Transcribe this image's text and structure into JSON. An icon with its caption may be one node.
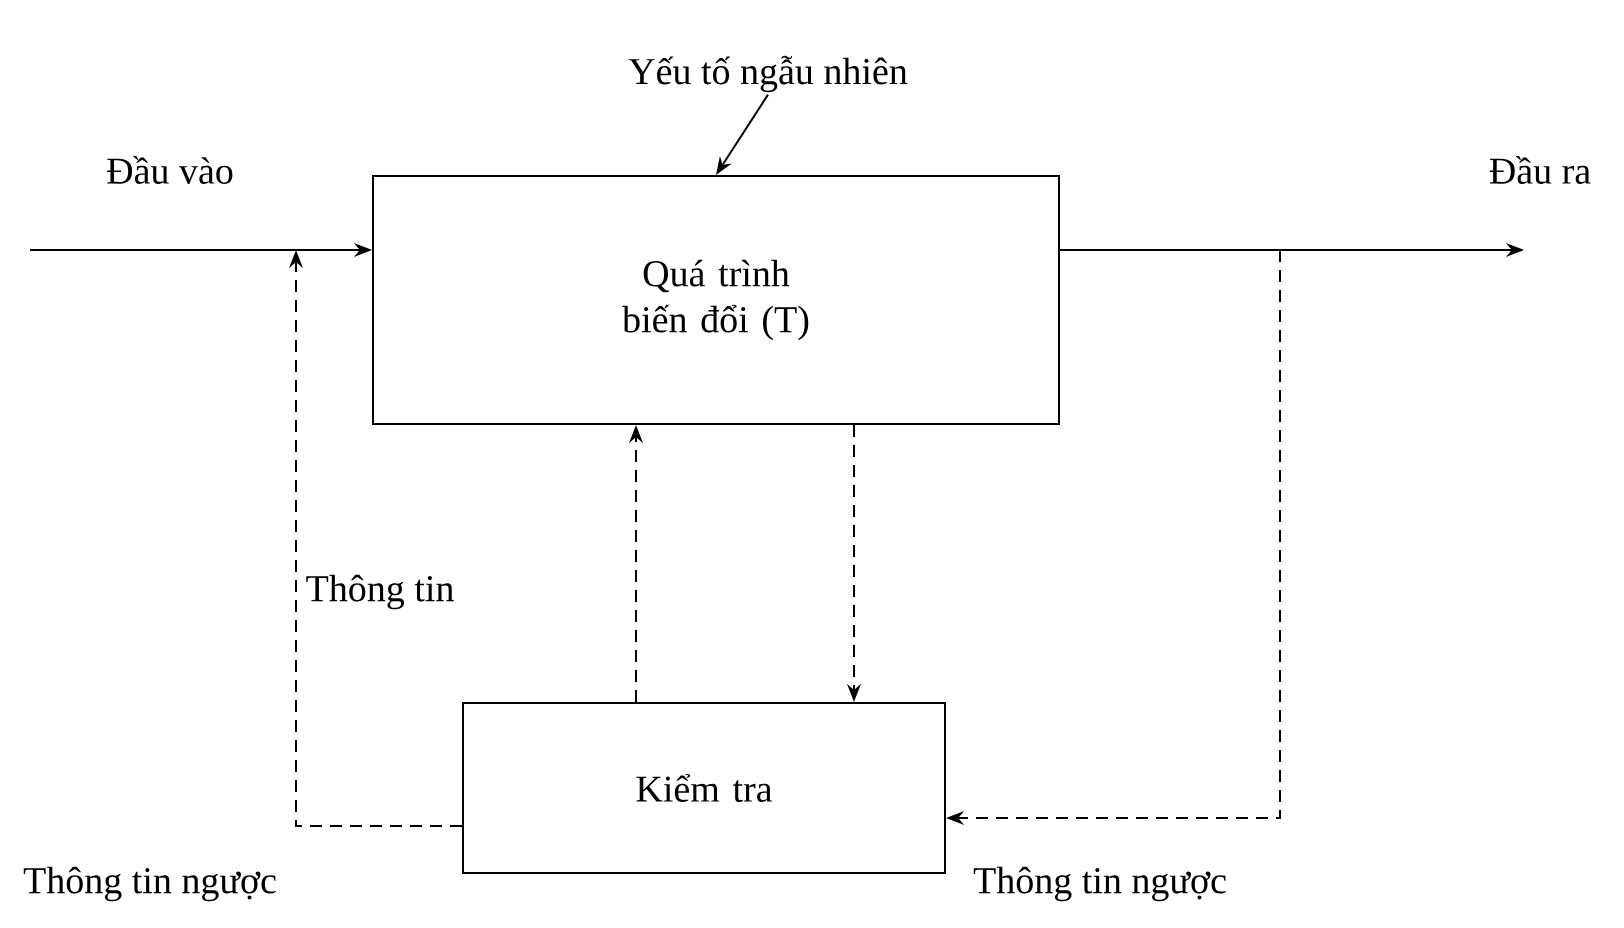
{
  "diagram": {
    "nodes": [
      {
        "text": [
          "Yếu tố ngẫu nhiên"
        ]
      },
      {
        "text": [
          "Quá trình biến đổi (T)"
        ]
      },
      {
        "text": [
          "Kiểm tra"
        ]
      }
    ],
    "edges": [
      {
        "from": 0,
        "to": 1,
        "arrow": "to"
      },
      {
        "from": null,
        "to": 1,
        "arrow": "to"
      },
      {
        "from": 1,
        "to": null,
        "arrow": "to"
      },
      {
        "from": 2,
        "to": null,
        "arrow": "to",
        "style": "dashed"
      },
      {
        "from": 2,
        "to": 1,
        "arrow": "to",
        "style": "dashed"
      },
      {
        "from": 1,
        "to": 2,
        "arrow": "to",
        "style": "dashed"
      },
      {
        "from": null,
        "to": 2,
        "arrow": "to",
        "style": "dashed"
      }
    ],
    "labels": [
      "Đầu vào",
      "Đầu ra",
      "Thông tin",
      "Thông tin ngược",
      "Thông tin ngược"
    ]
  }
}
